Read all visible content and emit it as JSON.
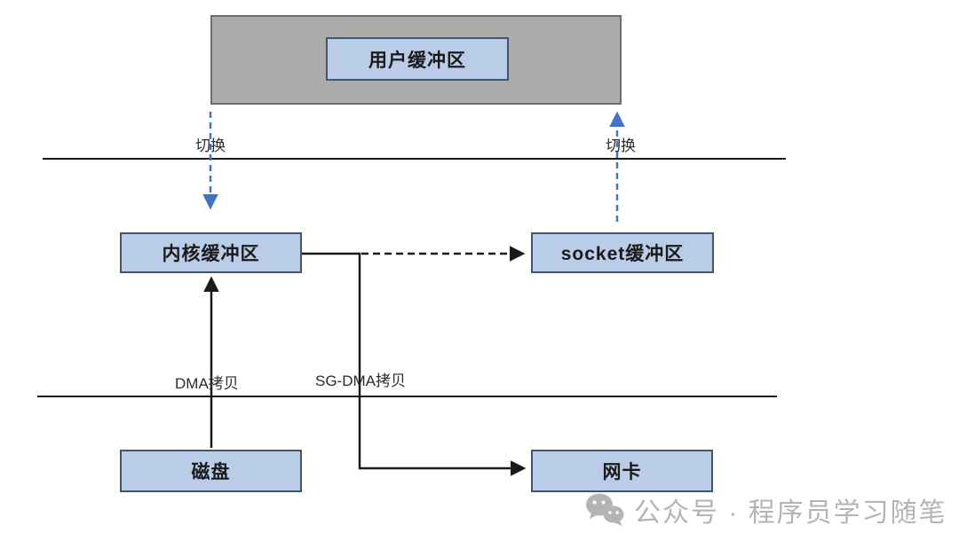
{
  "diagram": {
    "user_space_box": {
      "label": "用户缓冲区"
    },
    "nodes": {
      "kernel_buffer": "内核缓冲区",
      "socket_buffer": "socket缓冲区",
      "disk": "磁盘",
      "nic": "网卡"
    },
    "labels": {
      "switch_left": "切换",
      "switch_right": "切换",
      "dma_copy": "DMA拷贝",
      "sg_dma_copy": "SG-DMA拷贝"
    },
    "colors": {
      "node_fill": "#b9cde8",
      "node_border": "#44546a",
      "user_space_fill": "#ababa9",
      "user_space_border": "#6e6e6e",
      "dashed_arrow_blue": "#4472c4",
      "solid_line_black": "#1a1a1a",
      "watermark_gray": "#b4b4b6"
    }
  },
  "watermark": {
    "text": "公众号 · 程序员学习随笔"
  }
}
